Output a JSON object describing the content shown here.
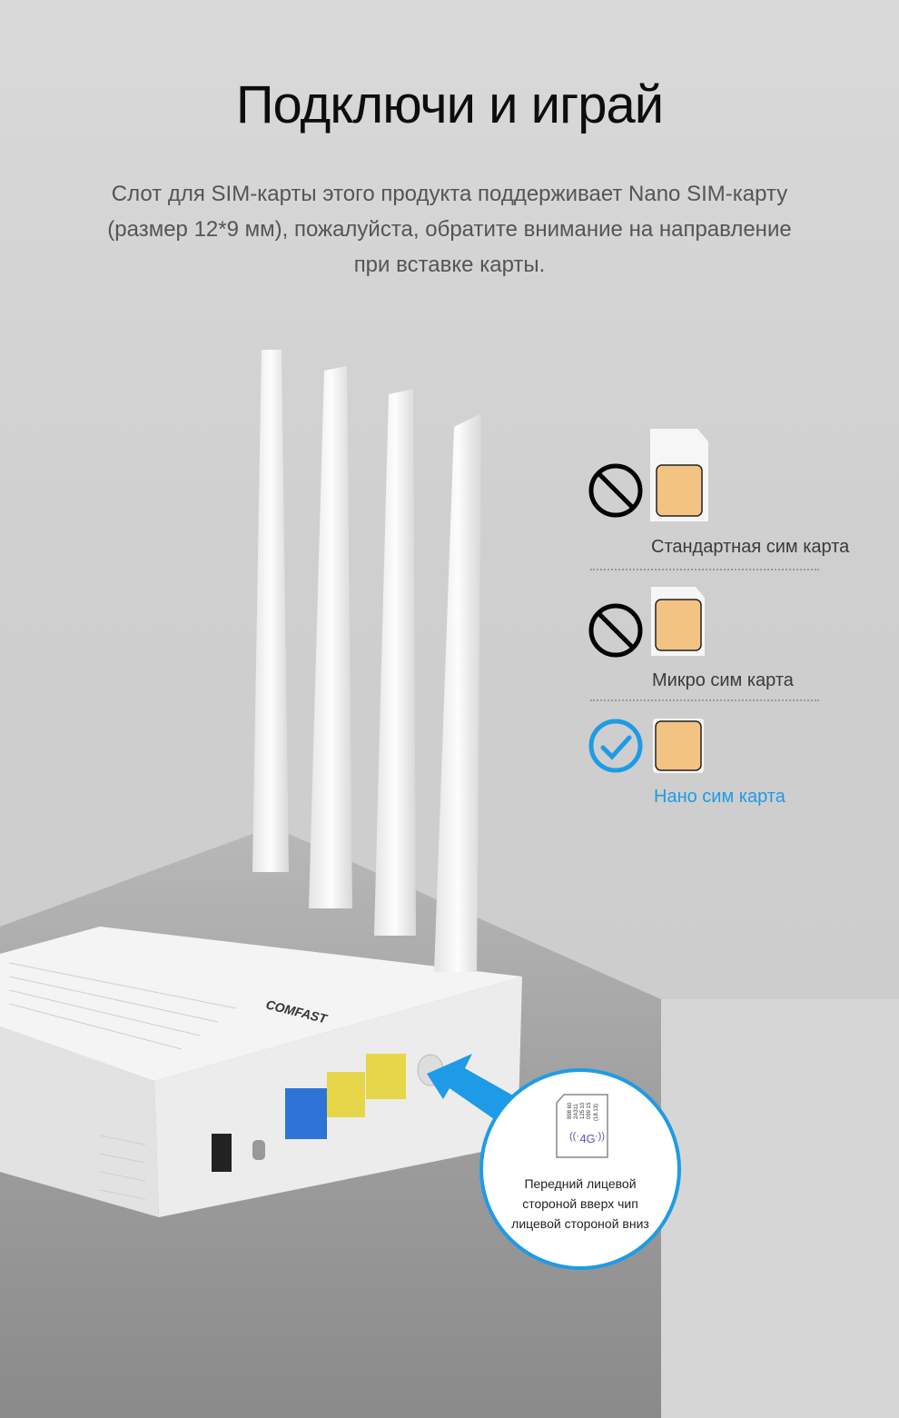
{
  "heading": "Подключи и играй",
  "description": "Слот для SIM-карты этого продукта поддерживает Nano SIM-карту (размер 12*9 мм), пожалуйста, обратите внимание на направление при вставке карты.",
  "brand": "COMFAST",
  "sim_types": [
    {
      "label": "Стандартная сим карта",
      "status": "not-supported",
      "icon": "prohibited-icon"
    },
    {
      "label": "Микро сим карта",
      "status": "not-supported",
      "icon": "prohibited-icon"
    },
    {
      "label": "Нано сим карта",
      "status": "supported",
      "icon": "checkmark-circle-icon"
    }
  ],
  "callout": {
    "text_line1": "Передний лицевой",
    "text_line2": "стороной вверх чип",
    "text_line3": "лицевой стороной вниз",
    "sim_label": "4G",
    "sim_numbers": [
      "898 60",
      "2A311",
      "125 10",
      "099 15",
      "(18.13)"
    ]
  },
  "colors": {
    "accent": "#1e9be6",
    "chip": "#f2c383",
    "text": "#3a3a3a"
  }
}
